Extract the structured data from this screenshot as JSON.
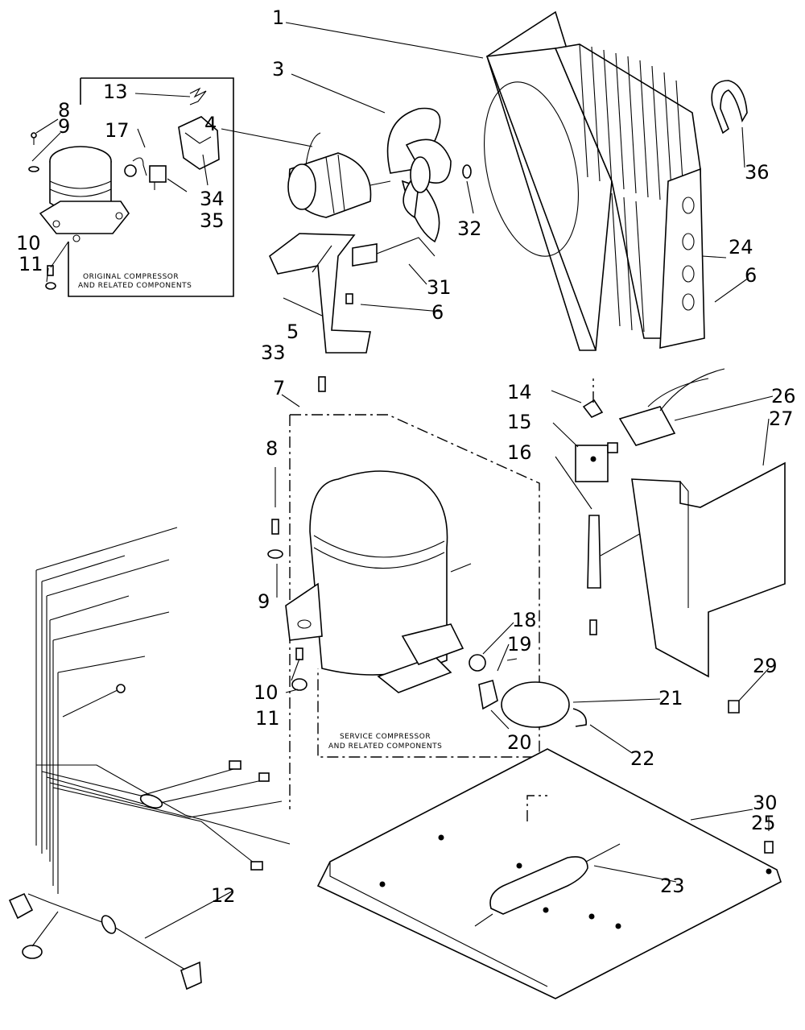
{
  "captions": {
    "original": [
      "ORIGINAL COMPRESSOR",
      "AND RELATED COMPONENTS"
    ],
    "service": [
      "SERVICE COMPRESSOR",
      "AND RELATED COMPONENTS"
    ]
  },
  "callouts": {
    "c1": "1",
    "c3": "3",
    "c4": "4",
    "c5": "5",
    "c6a": "6",
    "c6b": "6",
    "c7": "7",
    "c8a": "8",
    "c8b": "8",
    "c9a": "9",
    "c9b": "9",
    "c10a": "10",
    "c10b": "10",
    "c11a": "11",
    "c11b": "11",
    "c12": "12",
    "c13": "13",
    "c14": "14",
    "c15": "15",
    "c16": "16",
    "c17": "17",
    "c18": "18",
    "c19": "19",
    "c20": "20",
    "c21": "21",
    "c22": "22",
    "c23": "23",
    "c24": "24",
    "c25": "25",
    "c26": "26",
    "c27": "27",
    "c29": "29",
    "c30": "30",
    "c31": "31",
    "c32": "32",
    "c33": "33",
    "c34": "34",
    "c35": "35",
    "c36": "36"
  }
}
